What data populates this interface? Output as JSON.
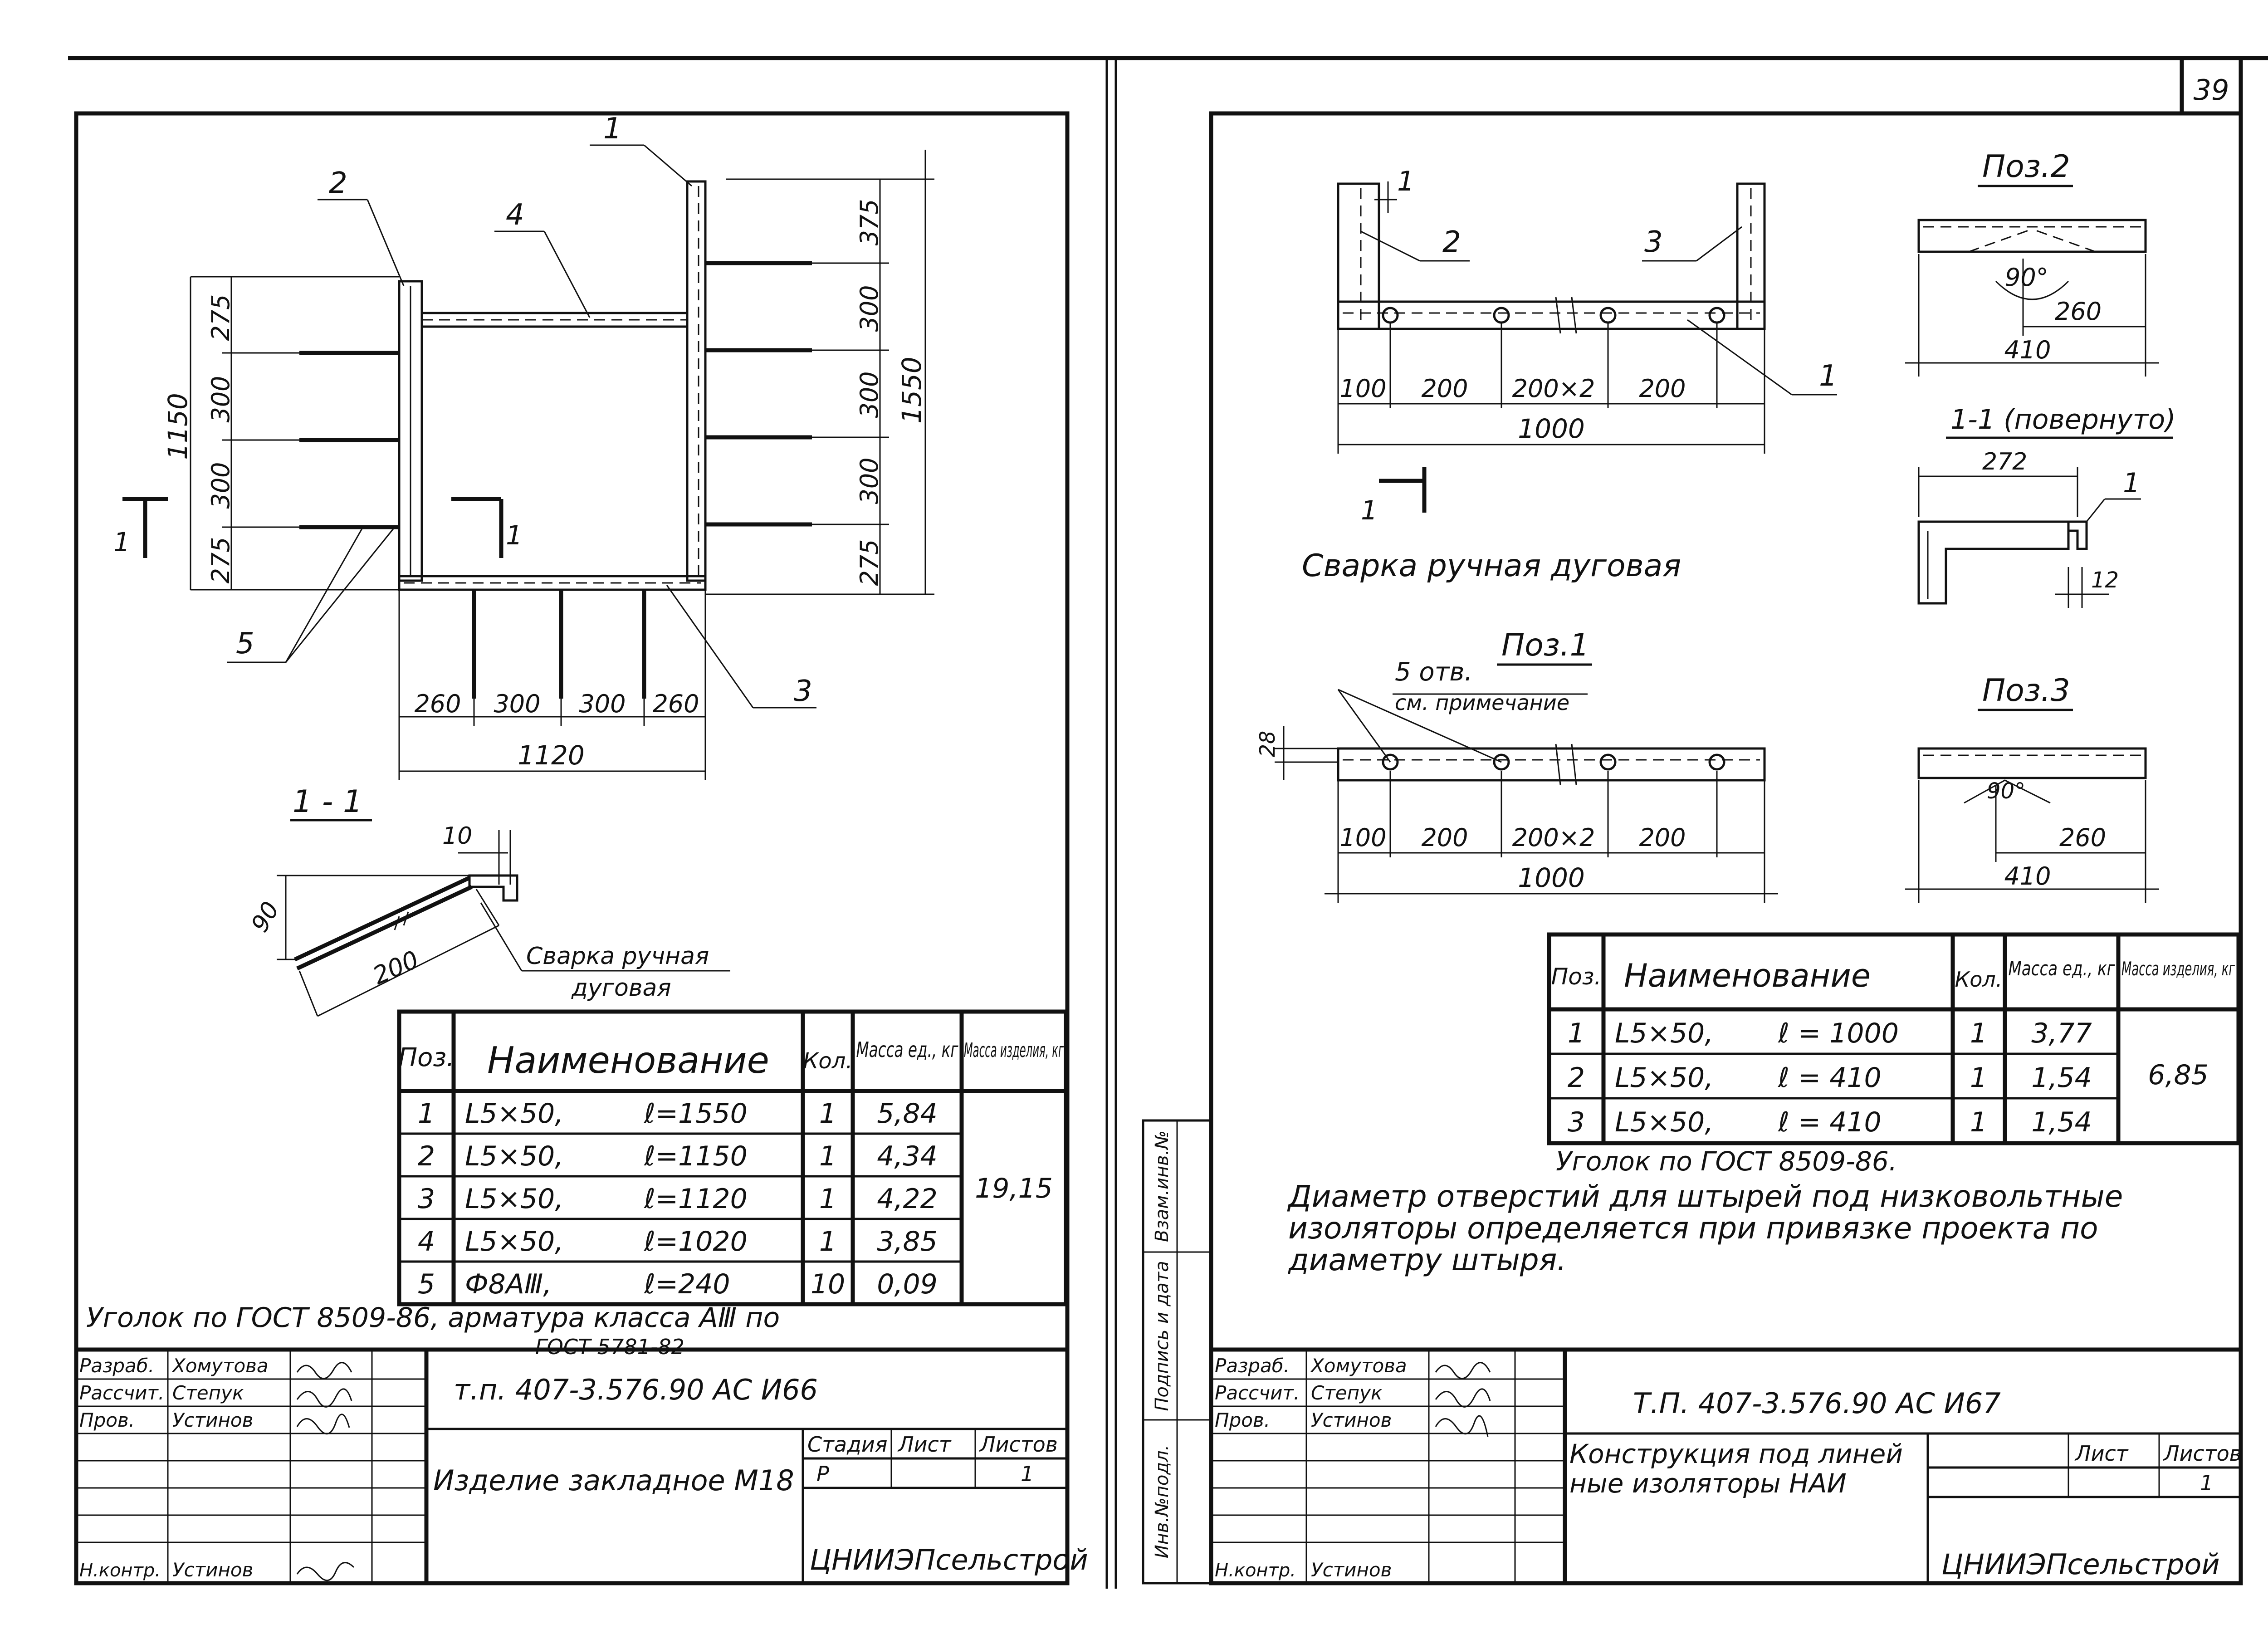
{
  "sheet_number": "39",
  "left": {
    "plan": {
      "callouts": [
        "1",
        "2",
        "4",
        "5",
        "3"
      ],
      "dims_left": [
        "275",
        "300",
        "300",
        "275"
      ],
      "dim_total_left": "1150",
      "dims_right": [
        "375",
        "300",
        "300",
        "300",
        "275"
      ],
      "dim_total_right": "1550",
      "dims_bottom": [
        "260",
        "300",
        "300",
        "260"
      ],
      "dim_total_bottom": "1120",
      "cut_left": "1",
      "cut_right": "1"
    },
    "section": {
      "title": "1 - 1",
      "dim_top": "10",
      "dim_side": "90",
      "dim_len": "200",
      "weld_note_1": "Сварка ручная",
      "weld_note_2": "дуговая"
    },
    "table": {
      "headers": [
        "Поз.",
        "Наименование",
        "Кол.",
        "Масса ед., кг",
        "Масса изделия, кг"
      ],
      "rows": [
        {
          "pos": "1",
          "name": "L5×50,",
          "len": "ℓ=1550",
          "qty": "1",
          "mass": "5,84"
        },
        {
          "pos": "2",
          "name": "L5×50,",
          "len": "ℓ=1150",
          "qty": "1",
          "mass": "4,34"
        },
        {
          "pos": "3",
          "name": "L5×50,",
          "len": "ℓ=1120",
          "qty": "1",
          "mass": "4,22"
        },
        {
          "pos": "4",
          "name": "L5×50,",
          "len": "ℓ=1020",
          "qty": "1",
          "mass": "3,85"
        },
        {
          "pos": "5",
          "name": "Ф8АⅢ,",
          "len": "ℓ=240",
          "qty": "10",
          "mass": "0,09"
        }
      ],
      "total": "19,15"
    },
    "note_1": "Уголок по ГОСТ 8509-86, арматура класса АⅢ по",
    "note_2": "ГОСТ 5781-82",
    "titleblock": {
      "roles": [
        "Разраб.",
        "Рассчит.",
        "Пров.",
        "Н.контр."
      ],
      "names": [
        "Хомутова",
        "Степук",
        "Устинов",
        "Устинов"
      ],
      "code": "т.п. 407-3.576.90 АС И66",
      "title": "Изделие закладное М18",
      "stage_h": "Стадия",
      "sheet_h": "Лист",
      "sheets_h": "Листов",
      "stage": "Р",
      "sheets": "1",
      "org": "ЦНИИЭПсельстрой"
    }
  },
  "right": {
    "main": {
      "callouts": [
        "1",
        "2",
        "3",
        "1"
      ],
      "dims": [
        "100",
        "200",
        "200×2",
        "200"
      ],
      "total": "1000",
      "cut": "1",
      "note": "Сварка ручная дуговая"
    },
    "poz2": {
      "title": "Поз.2",
      "angle": "90°",
      "dim_inner": "260",
      "dim_total": "410"
    },
    "section": {
      "title": "1-1 (повернуто)",
      "dim_top": "272",
      "dim_side": "12",
      "callout": "1"
    },
    "poz1": {
      "title": "Поз.1",
      "holes_1": "5 отв.",
      "holes_2": "см. примечание",
      "dim_side": "28",
      "dims": [
        "100",
        "200",
        "200×2",
        "200"
      ],
      "total": "1000"
    },
    "poz3": {
      "title": "Поз.3",
      "angle": "90°",
      "dim_inner": "260",
      "dim_total": "410"
    },
    "table": {
      "headers": [
        "Поз.",
        "Наименование",
        "Кол.",
        "Масса ед., кг",
        "Масса изделия, кг"
      ],
      "rows": [
        {
          "pos": "1",
          "name": "L5×50,",
          "len": "ℓ = 1000",
          "qty": "1",
          "mass": "3,77"
        },
        {
          "pos": "2",
          "name": "L5×50,",
          "len": "ℓ = 410",
          "qty": "1",
          "mass": "1,54"
        },
        {
          "pos": "3",
          "name": "L5×50,",
          "len": "ℓ = 410",
          "qty": "1",
          "mass": "1,54"
        }
      ],
      "total": "6,85"
    },
    "note_gost": "Уголок по ГОСТ 8509-86.",
    "note_1": "Диаметр отверстий для штырей под низковольтные",
    "note_2": "изоляторы определяется при привязке проекта по",
    "note_3": "диаметру штыря.",
    "side_labels": [
      "Инв.№подл.",
      "Подпись и дата",
      "Взам.инв.№"
    ],
    "titleblock": {
      "roles": [
        "Разраб.",
        "Рассчит.",
        "Пров.",
        "Н.контр."
      ],
      "names": [
        "Хомутова",
        "Степук",
        "Устинов",
        "Устинов"
      ],
      "code": "Т.П. 407-3.576.90 АС И67",
      "title_1": "Конструкция под линей",
      "title_2": "ные изоляторы НАИ",
      "sheet_h": "Лист",
      "sheets_h": "Листов",
      "sheets": "1",
      "org": "ЦНИИЭПсельстрой"
    }
  }
}
